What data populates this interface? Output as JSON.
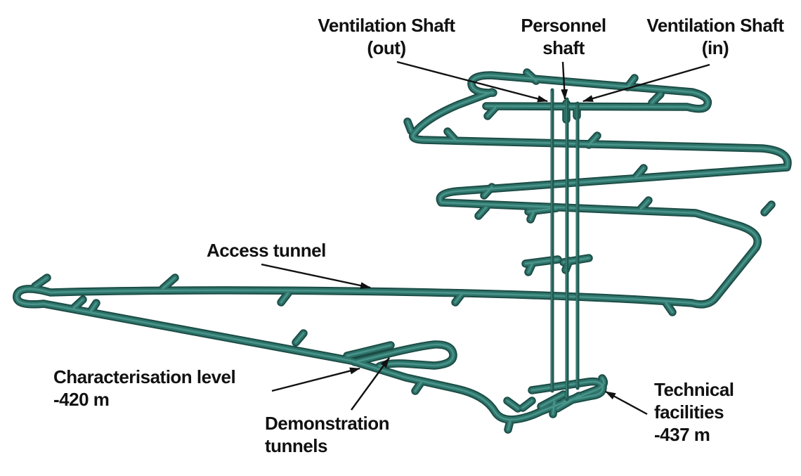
{
  "figure": {
    "background": "#ffffff",
    "tunnel_color": "#2e746b",
    "tunnel_edge_color": "#1b4c45",
    "tunnel_highlight_color": "#49948a",
    "shaft_color": "#215a52",
    "annotation_color": "#111111"
  },
  "labels": {
    "ventilation_out": {
      "line1": "Ventilation Shaft",
      "line2": "(out)"
    },
    "personnel_shaft": {
      "line1": "Personnel",
      "line2": "shaft"
    },
    "ventilation_in": {
      "line1": "Ventilation Shaft",
      "line2": "(in)"
    },
    "access_tunnel": {
      "line1": "Access tunnel"
    },
    "characterisation_level": {
      "line1": "Characterisation level",
      "line2": "-420 m"
    },
    "demonstration_tunnels": {
      "line1": "Demonstration",
      "line2": "tunnels"
    },
    "technical_facilities": {
      "line1": "Technical",
      "line2": "facilities",
      "line3": "-437 m"
    }
  }
}
